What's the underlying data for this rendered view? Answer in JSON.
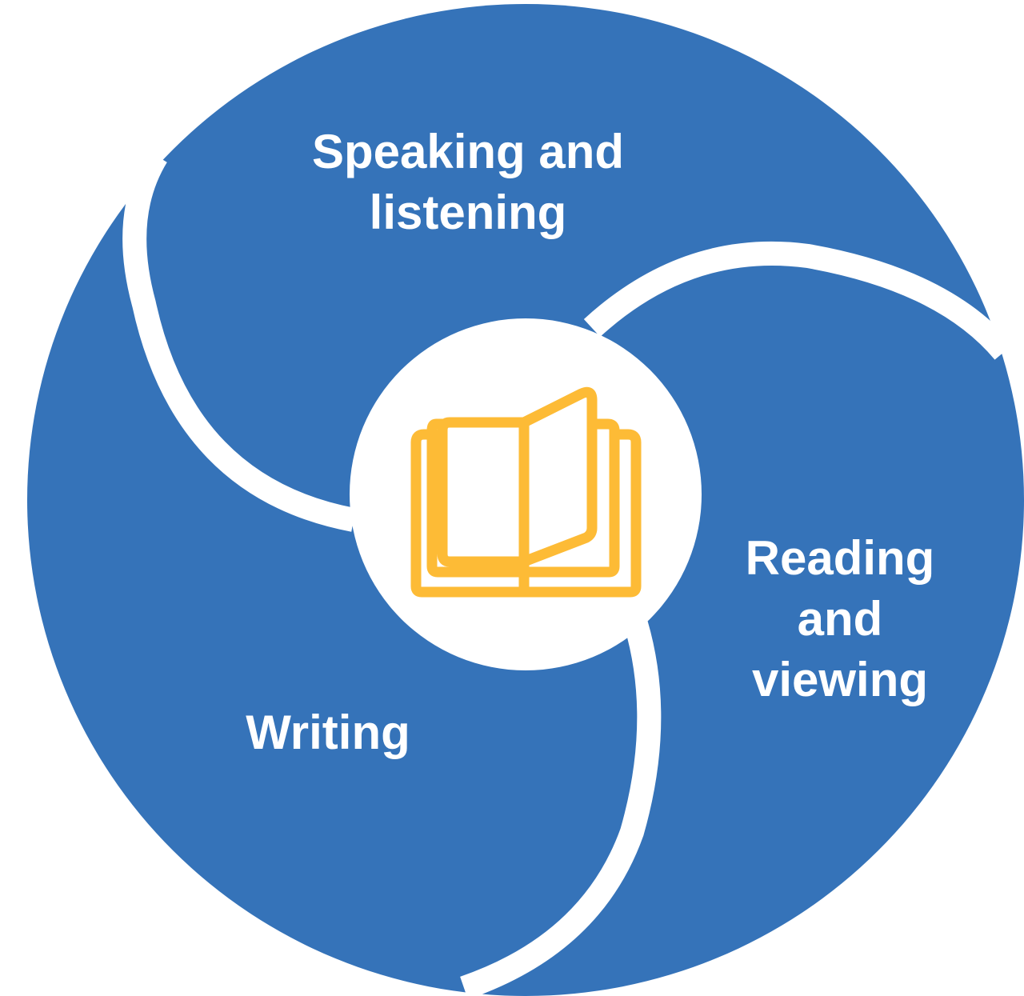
{
  "diagram": {
    "segments": [
      {
        "id": "speaking",
        "label": "Speaking and listening"
      },
      {
        "id": "reading",
        "label": "Reading and viewing"
      },
      {
        "id": "writing",
        "label": "Writing"
      }
    ],
    "center_icon": "open-book-icon"
  },
  "colors": {
    "segment_fill": "#3573B9",
    "separator": "#FFFFFF",
    "icon_stroke": "#FDBB36",
    "label_text": "#FFFFFF"
  }
}
